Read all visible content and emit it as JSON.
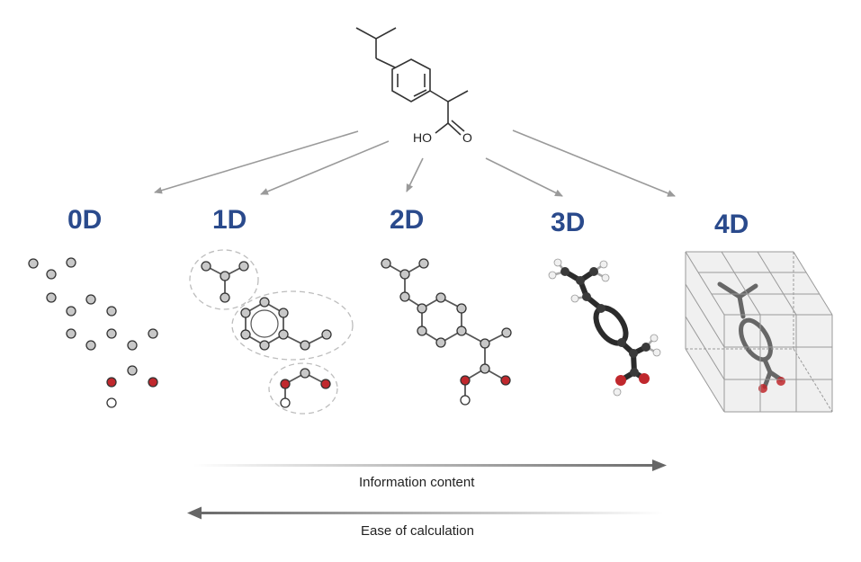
{
  "molecule": {
    "acid_oh_label": "HO",
    "acid_o_label": "O"
  },
  "representations": [
    {
      "label": "0D"
    },
    {
      "label": "1D"
    },
    {
      "label": "2D"
    },
    {
      "label": "3D"
    },
    {
      "label": "4D"
    }
  ],
  "axes": {
    "information": {
      "label": "Information content"
    },
    "ease": {
      "label": "Ease of calculation"
    }
  },
  "colors": {
    "label": "#2a4a8c",
    "carbon_atom": "#c8c8c8",
    "oxygen_atom": "#c0282d",
    "hydrogen_atom": "#ffffff",
    "bond": "#555555",
    "arrow": "#9a9a9a"
  }
}
